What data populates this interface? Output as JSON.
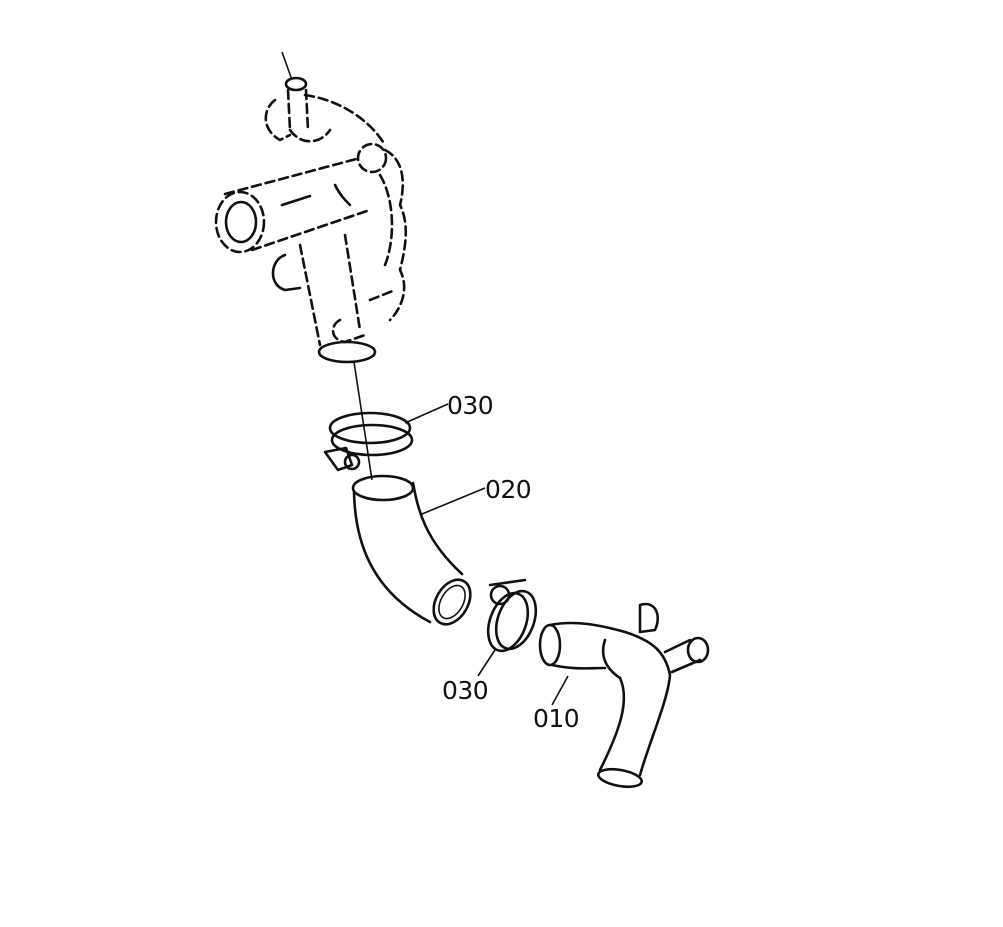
{
  "diagram": {
    "type": "exploded parts diagram",
    "parts": [
      {
        "id": "water-pump",
        "label": null
      },
      {
        "id": "hose-clamp-upper",
        "label": "030"
      },
      {
        "id": "water-hose",
        "label": "020"
      },
      {
        "id": "hose-clamp-lower",
        "label": "030"
      },
      {
        "id": "water-pipe",
        "label": "010"
      }
    ],
    "callouts": {
      "clamp_upper": "030",
      "hose": "020",
      "clamp_lower": "030",
      "pipe": "010"
    }
  }
}
